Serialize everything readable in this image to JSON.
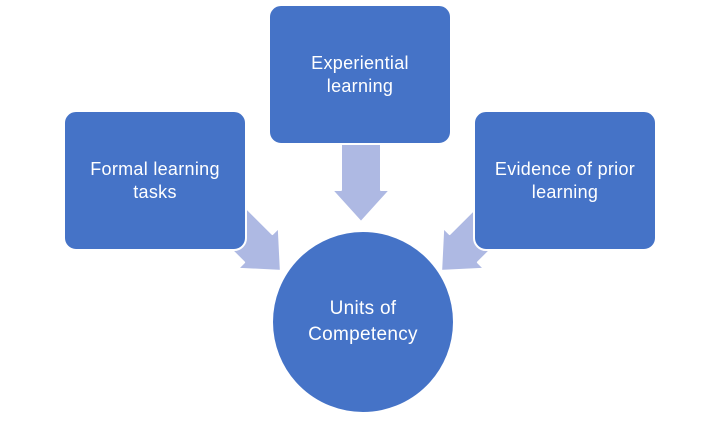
{
  "diagram": {
    "type": "converging-radial",
    "center": {
      "label": "Units of\nCompetency",
      "shape": "circle"
    },
    "sources": [
      {
        "position": "left",
        "label": "Formal learning\ntasks",
        "shape": "rounded-rectangle"
      },
      {
        "position": "top",
        "label": "Experiential\nlearning",
        "shape": "rounded-rectangle"
      },
      {
        "position": "right",
        "label": "Evidence of prior\nlearning",
        "shape": "rounded-rectangle"
      }
    ],
    "arrows": [
      {
        "from": "Formal learning tasks",
        "to": "Units of Competency",
        "direction": "down-right"
      },
      {
        "from": "Experiential learning",
        "to": "Units of Competency",
        "direction": "down"
      },
      {
        "from": "Evidence of prior learning",
        "to": "Units of Competency",
        "direction": "down-left"
      }
    ]
  },
  "colors": {
    "background": "#FFFFFF",
    "box_fill": "#4573C7",
    "box_border": "#FFFFFF",
    "arrow_fill": "#AEB9E3",
    "arrow_border": "#FFFFFF",
    "circle_fill": "#4573C7",
    "circle_border": "#FFFFFF",
    "text": "#FFFFFF"
  }
}
